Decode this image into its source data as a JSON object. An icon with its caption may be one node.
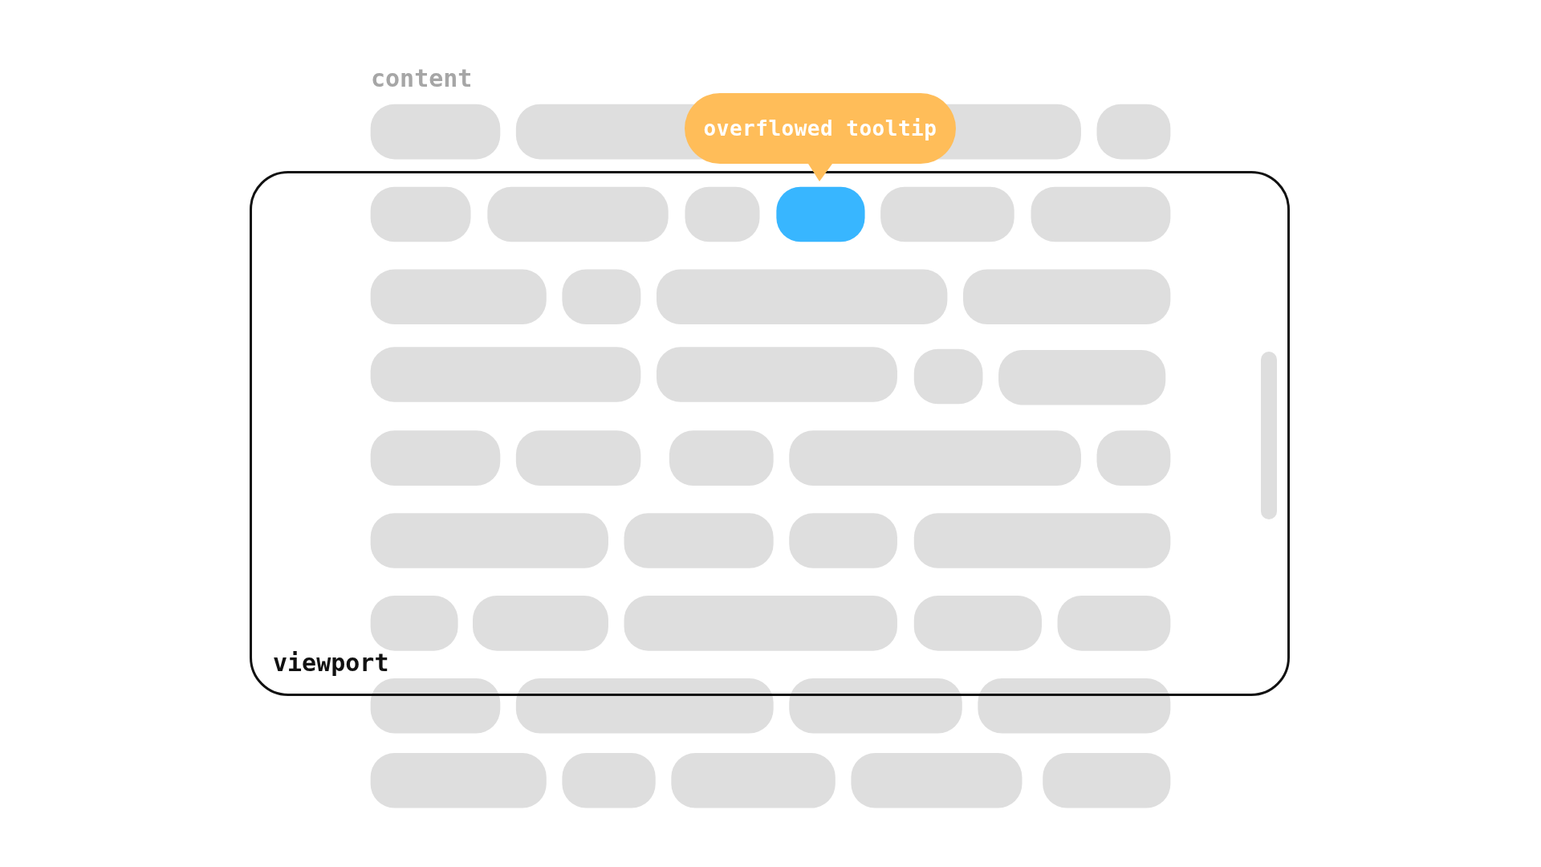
{
  "diagram": {
    "nodes": [
      {
        "text": [
          "overflowed tooltip"
        ]
      },
      {
        "text": [
          "viewport"
        ]
      }
    ],
    "labels": [
      "content"
    ]
  }
}
